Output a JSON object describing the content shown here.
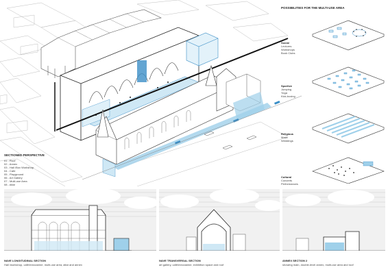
{
  "sheet": {
    "possibilities_title": "POSSIBILITIES FOR THE MULTI-USE AREA",
    "sectioned_perspective_title": "SECTIONED PERSPECTIVE",
    "legend": [
      "01 - Roof",
      "02 - Annex",
      "03 - Hall /Box Workshop",
      "04 - Cafe",
      "05 - Playground",
      "06 - Art Gallery",
      "07 - Multi-use Area",
      "08 - Altar"
    ],
    "uses": [
      {
        "name": "Social",
        "lines": [
          "Lectures",
          "Workshops",
          "Book Clubs"
        ]
      },
      {
        "name": "Sportive",
        "lines": [
          "Jumping",
          "Yoga",
          "Kick-boxing"
        ]
      },
      {
        "name": "Religious",
        "lines": [
          "Mass",
          "Weddings"
        ]
      },
      {
        "name": "Cultural",
        "lines": [
          "Concerts",
          "Performances"
        ]
      }
    ],
    "sections": [
      {
        "title": "NAVE LONGITUDINAL SECTION",
        "caption": "Hall /workshop, café/mezzanine, multi-use area, altar and annex"
      },
      {
        "title": "NAVE TRANSVERSAL SECTION",
        "caption": "art gallery, café/mezzanine, exhibition space and roof"
      },
      {
        "title": "ANNEX SECTION 2",
        "caption": "showing main, double-level annex, multi-use area and roof"
      }
    ]
  },
  "colors": {
    "accent": "#9fd0ea",
    "accent_dark": "#3c8fc7",
    "line": "#333333",
    "light_line": "#b5b5b5"
  }
}
